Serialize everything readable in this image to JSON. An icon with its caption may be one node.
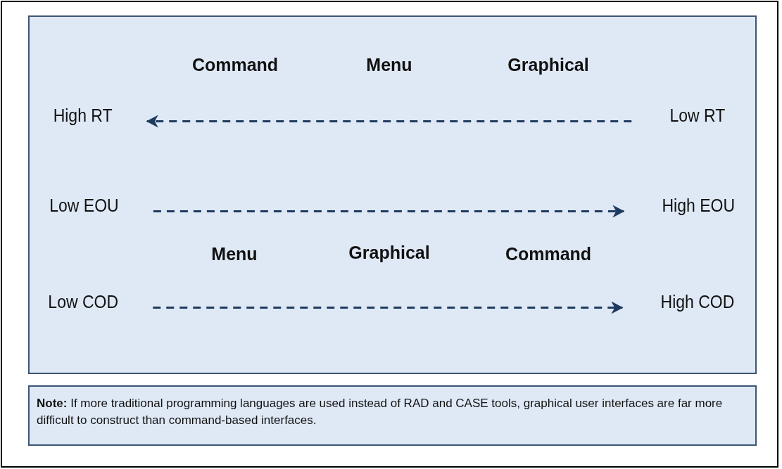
{
  "diagram": {
    "nodes": [
      {
        "text": [],
        "shape": "box"
      },
      {
        "text": [
          "High RT"
        ],
        "in": 0
      },
      {
        "text": [
          "Low RT"
        ],
        "in": 0
      },
      {
        "text": [
          "Low EOU"
        ],
        "in": 0
      },
      {
        "text": [
          "High EOU"
        ],
        "in": 0
      },
      {
        "text": [
          "Low COD"
        ],
        "in": 0
      },
      {
        "text": [
          "High COD"
        ],
        "in": 0
      },
      {
        "text": [
          "**Note:** If more traditional programming languages are used instead of RAD and CASE tools, graphical user interfaces are far more difficult to construct than command-based interfaces."
        ]
      }
    ],
    "edges": [
      {
        "from": 2,
        "to": 1,
        "arrow": "to",
        "style": "dashed"
      },
      {
        "from": 3,
        "to": 4,
        "arrow": "to",
        "style": "dashed"
      },
      {
        "from": 5,
        "to": 6,
        "arrow": "to",
        "style": "dashed"
      }
    ],
    "labels": [
      "Command",
      "Menu",
      "Graphical",
      "Menu",
      "Graphical",
      "Command"
    ]
  }
}
